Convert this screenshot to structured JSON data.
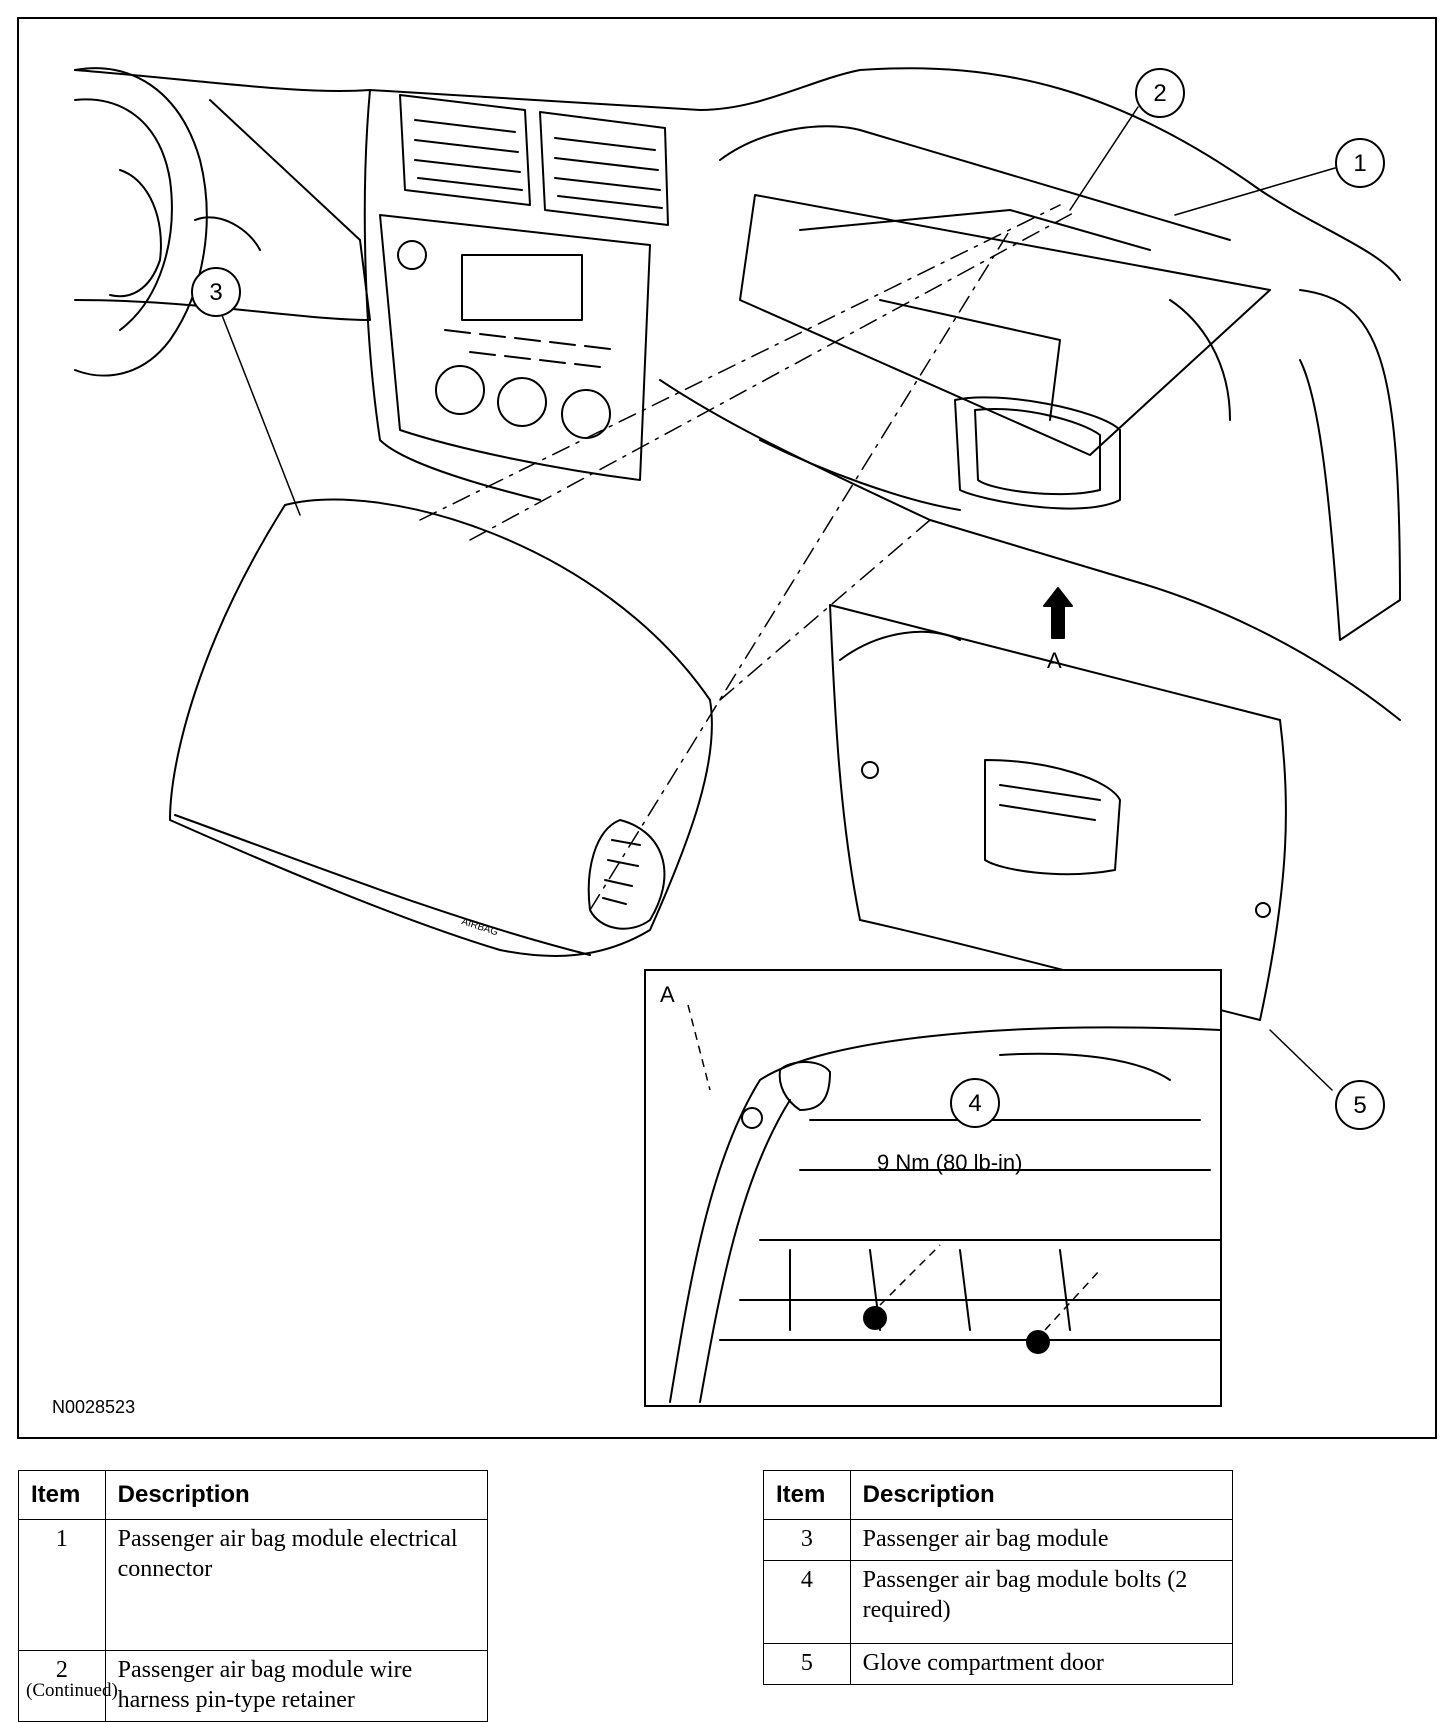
{
  "figure": {
    "id_code": "N0028523",
    "view_label": "A",
    "inset_label": "A",
    "torque_spec": "9 Nm (80 lb-in)",
    "airbag_text": "AIRBAG",
    "callouts": [
      "1",
      "2",
      "3",
      "4",
      "5"
    ]
  },
  "legend_left": {
    "header_item": "Item",
    "header_desc": "Description",
    "rows": [
      {
        "item": "1",
        "desc": "Passenger air bag module electrical connector"
      },
      {
        "item": "2",
        "desc": "Passenger air bag module wire harness pin-type retainer"
      }
    ]
  },
  "legend_right": {
    "header_item": "Item",
    "header_desc": "Description",
    "rows": [
      {
        "item": "3",
        "desc": "Passenger air bag module"
      },
      {
        "item": "4",
        "desc": "Passenger air bag module bolts (2 required)"
      },
      {
        "item": "5",
        "desc": "Glove compartment door"
      }
    ]
  },
  "footer": {
    "continued": "(Continued)"
  }
}
